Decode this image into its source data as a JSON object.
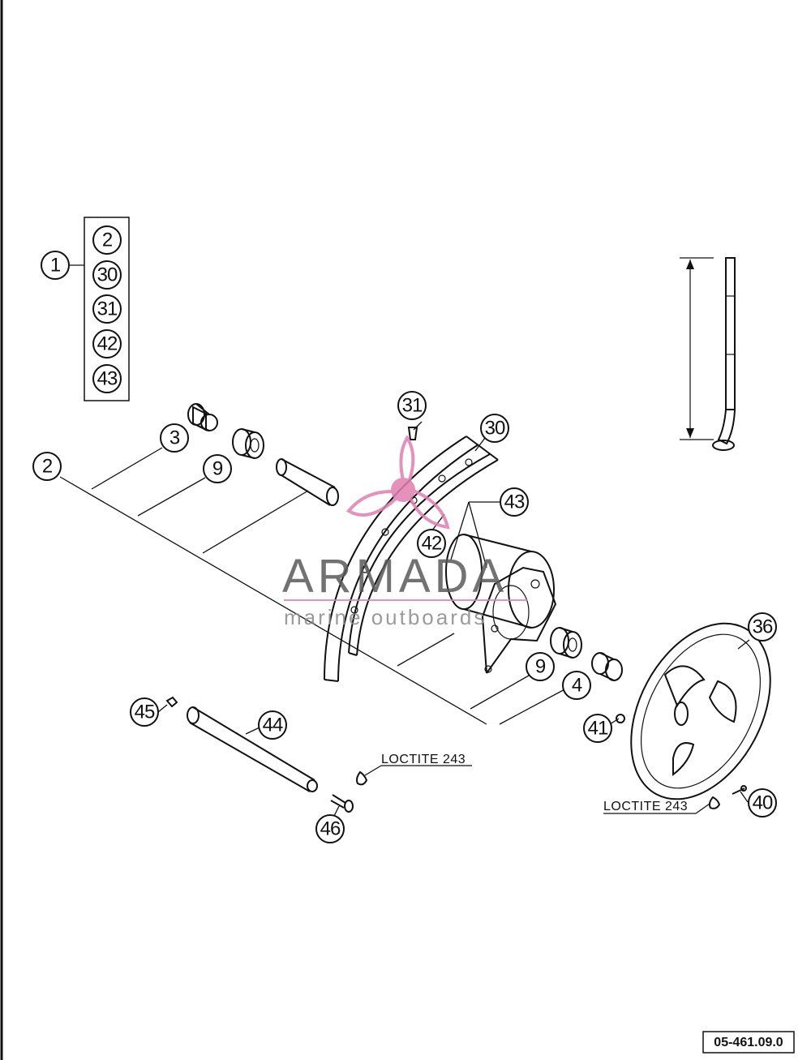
{
  "kit": {
    "main": "1",
    "items": [
      "2",
      "30",
      "31",
      "42",
      "43"
    ]
  },
  "callouts": {
    "c2": "2",
    "c3": "3",
    "c9a": "9",
    "c31": "31",
    "c30": "30",
    "c43": "43",
    "c42": "42",
    "c9b": "9",
    "c4": "4",
    "c36": "36",
    "c41": "41",
    "c40": "40",
    "c45": "45",
    "c44": "44",
    "c46": "46"
  },
  "notes": {
    "loctite_left": "LOCTITE 243",
    "loctite_right": "LOCTITE 243"
  },
  "watermark": {
    "brand": "ARMADA",
    "tagline": "marine outboards",
    "accent_color": "#e07fb0"
  },
  "drawing_code": "05-461.09.0"
}
